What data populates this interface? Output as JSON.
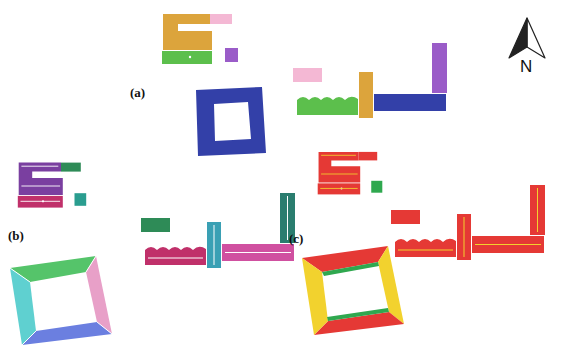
{
  "diagram": {
    "labels": [
      "(a)",
      "(b)",
      "(c)",
      "N"
    ]
  }
}
